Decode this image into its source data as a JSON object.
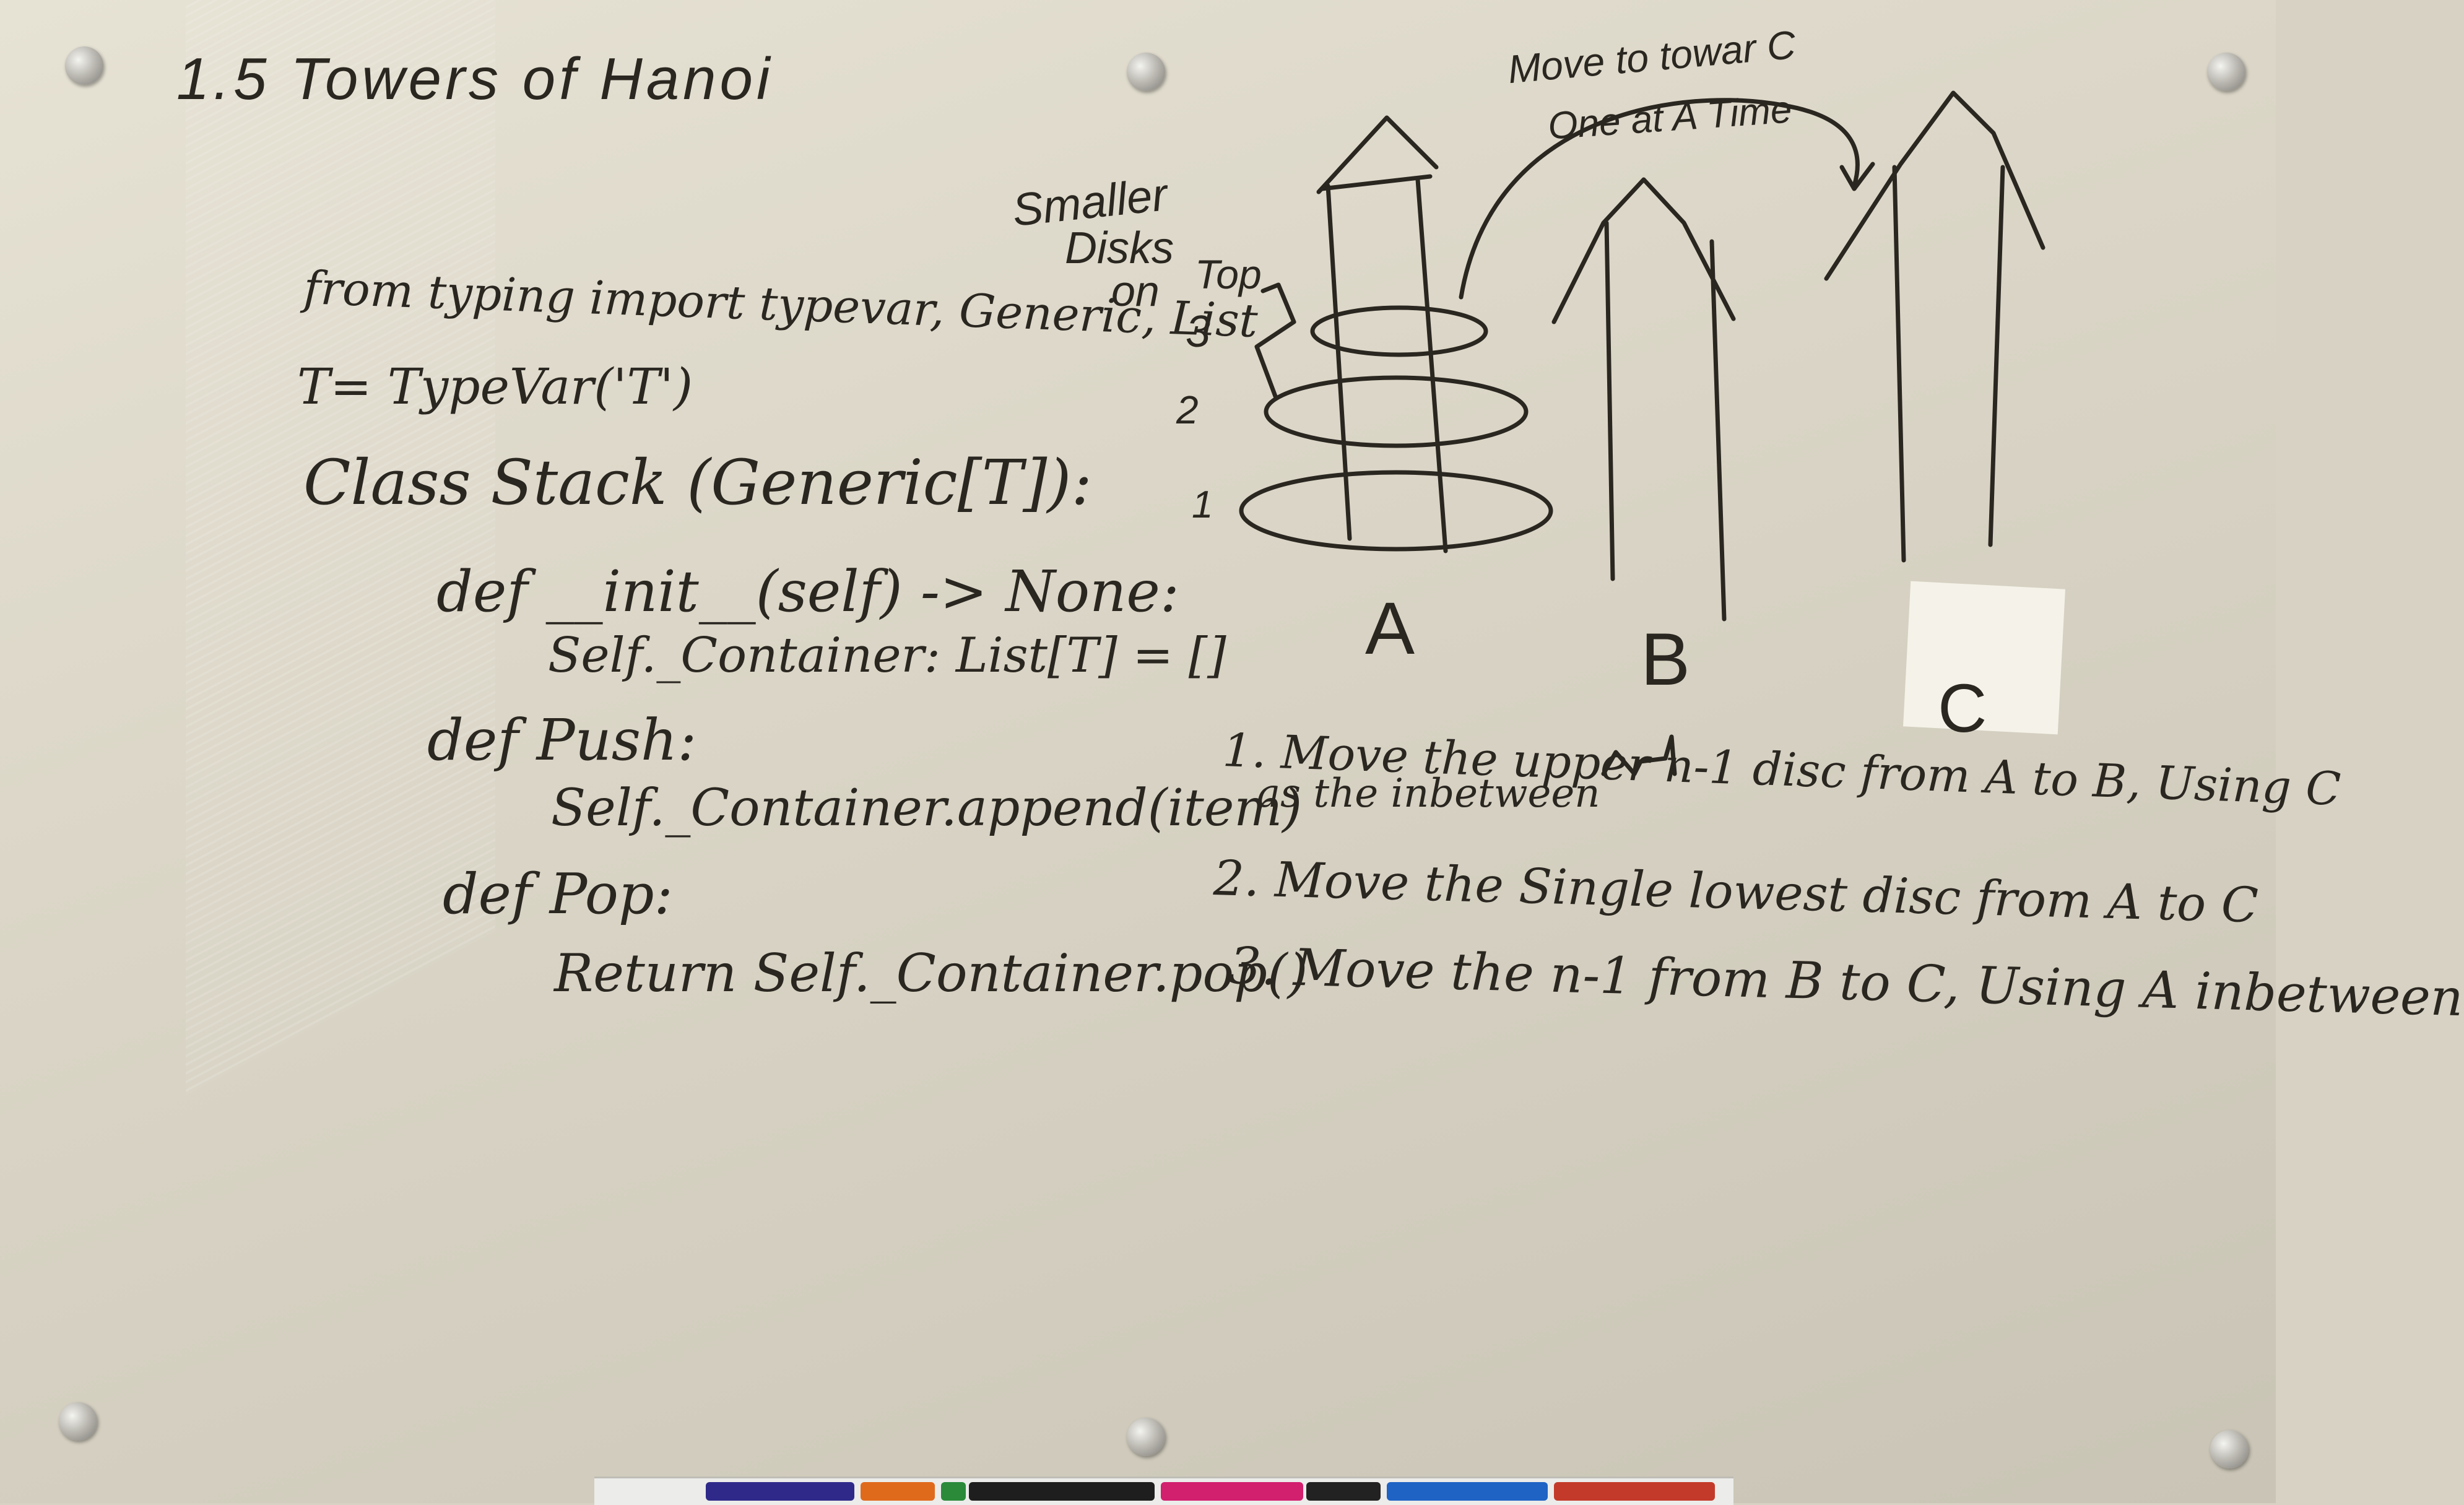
{
  "title": "1.5 Towers of Hanoi",
  "code": {
    "import": "from typing import typevar, Generic, List",
    "typevar": "T= TypeVar('T')",
    "class_def": "Class Stack (Generic[T]):",
    "def_init": "def __init__(self) -> None:",
    "init_body": "Self._Container: List[T] = []",
    "def_push": "def Push:",
    "push_body": "Self._Container.append(item)",
    "def_pop": "def Pop:",
    "pop_body": "Return Self._Container.pop()"
  },
  "diagram": {
    "note_smaller": "Smaller",
    "note_disks": "Disks",
    "note_on": "on",
    "note_top": "Top",
    "disk_labels": [
      "3",
      "2",
      "1"
    ],
    "move_note_1": "Move to towar C",
    "move_note_2": "One at A Time",
    "tower_labels": [
      "A",
      "B",
      "C"
    ]
  },
  "steps": [
    "1. Move the upper n-1 disc from A to B, Using C",
    "as the inbetween",
    "2. Move the Single lowest disc from A to C",
    "3. Move the n-1 from B to C, Using A inbetween"
  ],
  "colors": {
    "ink": "#2a2620",
    "board": "#dcd7c8",
    "markers": [
      "#2f2a8a",
      "#e06a1c",
      "#2a8a3a",
      "#1e1e1e",
      "#d21f6e",
      "#222222",
      "#1f63c4",
      "#c43a2a"
    ]
  }
}
